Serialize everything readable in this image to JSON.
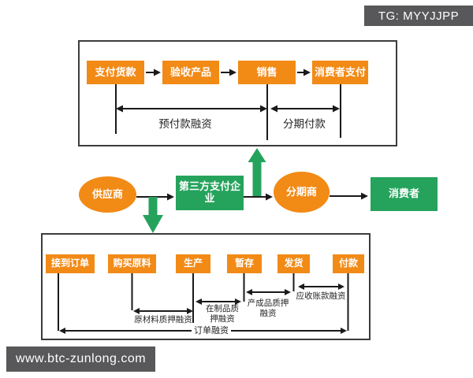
{
  "watermarks": {
    "telegram": "TG: MYYJJPP",
    "website": "www.btc-zunlong.com"
  },
  "colors": {
    "orange": "#F28A16",
    "green": "#25A35C",
    "watermark_bg": "#58585A",
    "line": "#1A1A1A"
  },
  "top_flow": {
    "steps": [
      "支付货款",
      "验收产品",
      "销售",
      "消费者支付"
    ],
    "span_labels": [
      "预付款融资",
      "分期付款"
    ]
  },
  "middle_flow": {
    "supplier": "供应商",
    "third_party": "第三方支付企业",
    "installment_merchant": "分期商",
    "consumer": "消费者"
  },
  "bottom_flow": {
    "steps": [
      "接到订单",
      "购买原料",
      "生产",
      "暂存",
      "发货",
      "付款"
    ],
    "span_labels": [
      "原材料质押融资",
      "在制品质押融资",
      "产成品质押融资",
      "应收账款融资",
      "订单融资"
    ]
  }
}
